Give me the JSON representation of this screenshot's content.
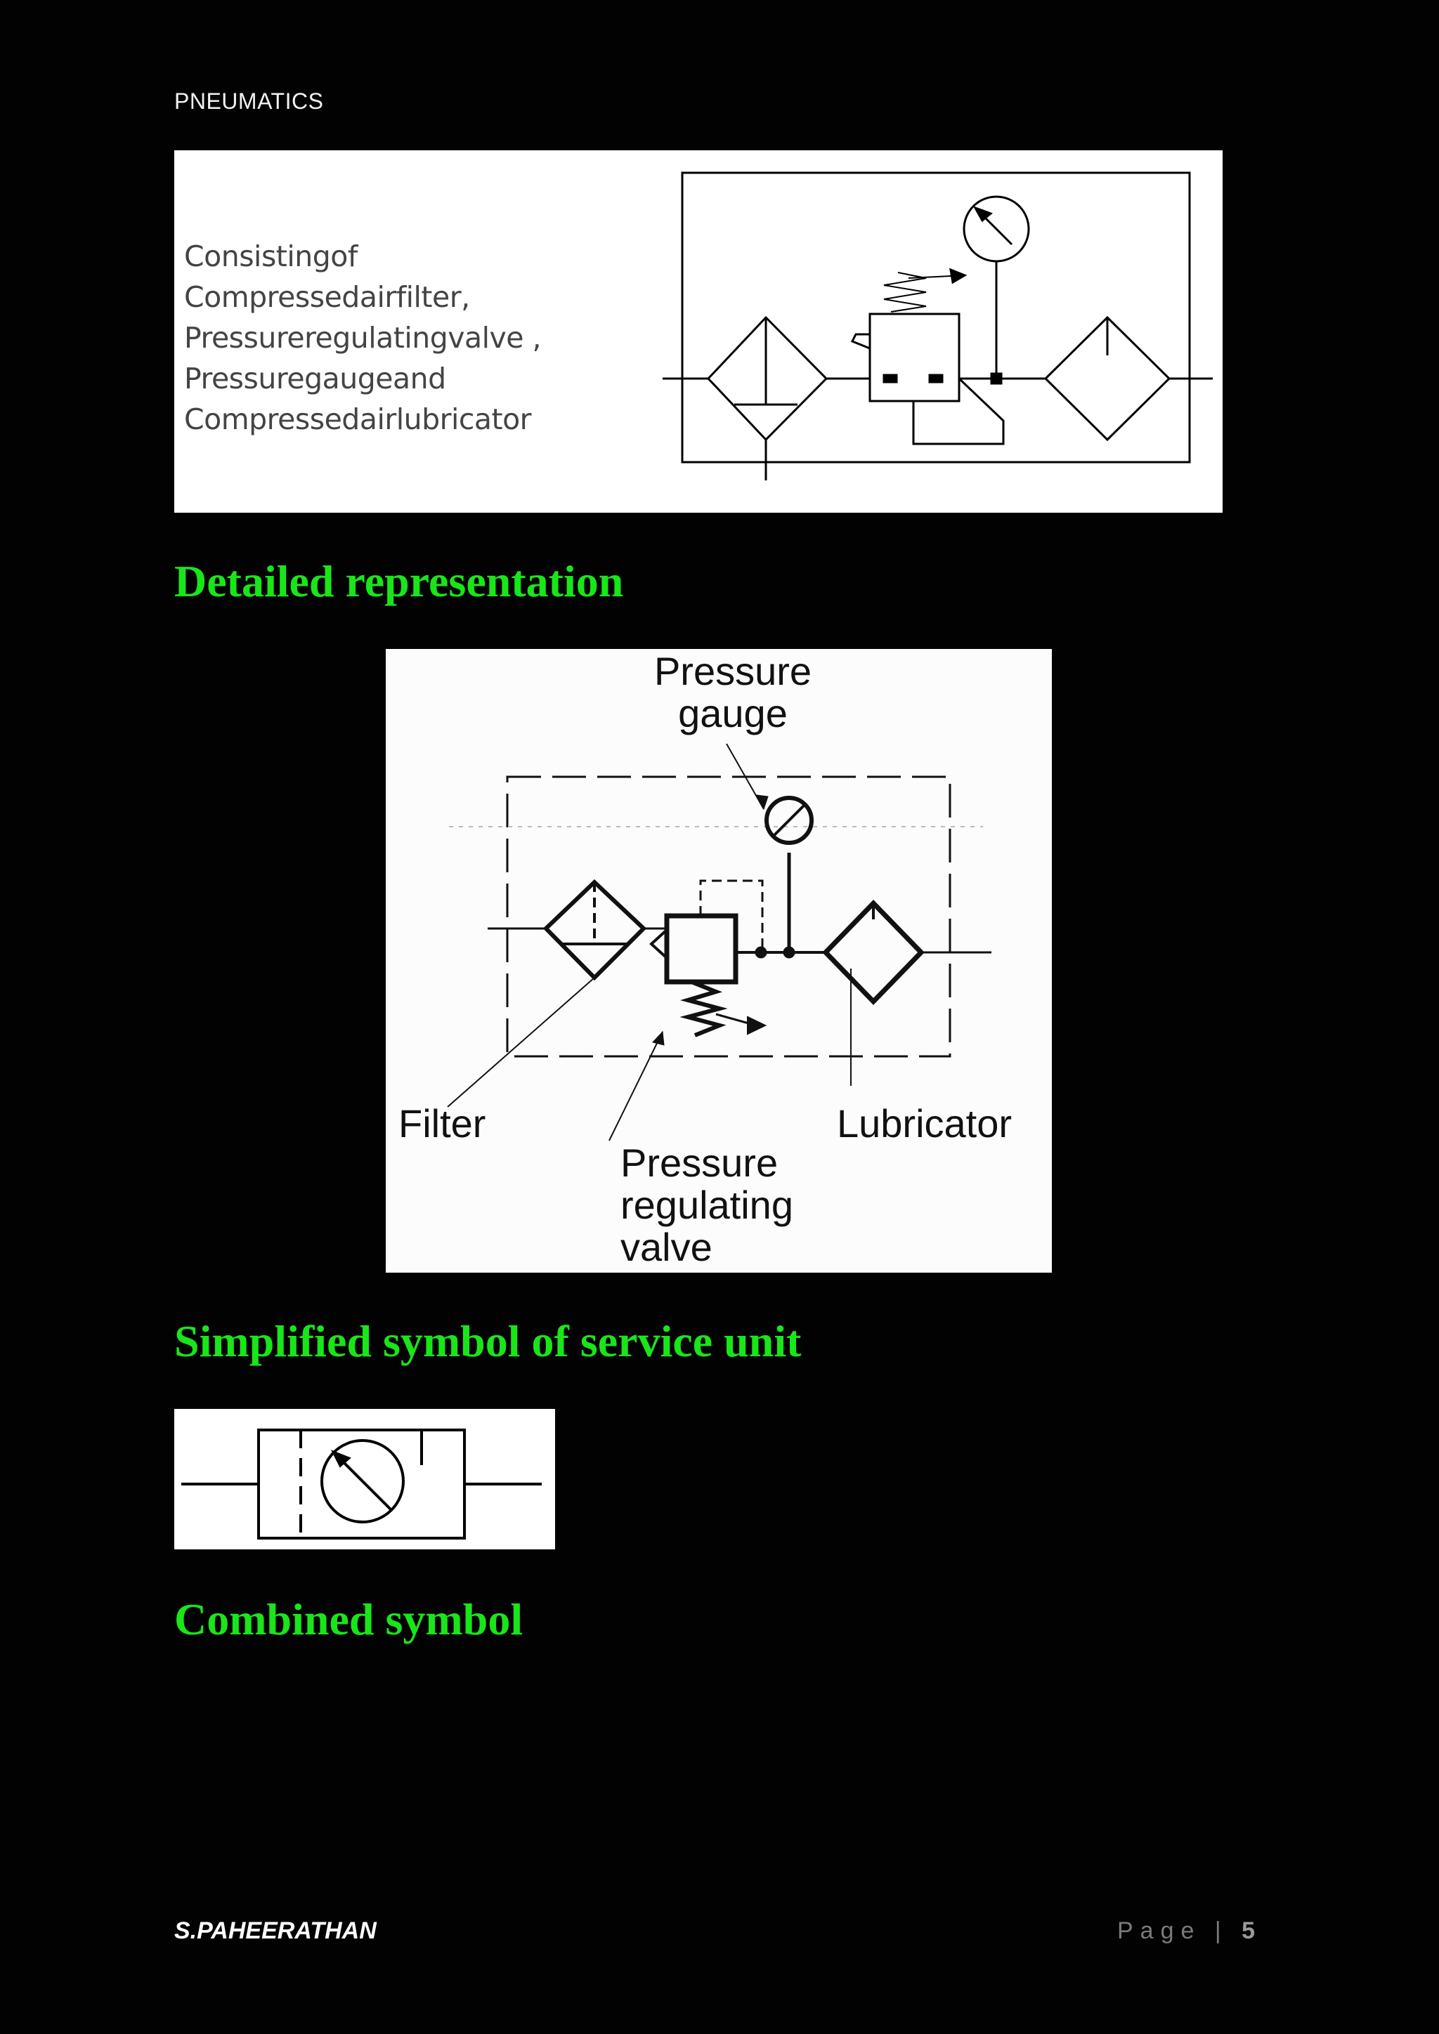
{
  "header": {
    "title": "PNEUMATICS"
  },
  "figure1": {
    "lines": [
      "Consistingof",
      "Compressedairfilter,",
      "Pressureregulatingvalve ,",
      "Pressuregaugeand",
      "Compressedairlubricator"
    ]
  },
  "section_detailed": {
    "title": "Detailed representation"
  },
  "figure2": {
    "label_gauge": "Pressure\ngauge",
    "label_filter": "Filter",
    "label_lubricator": "Lubricator",
    "label_valve": "Pressure\nregulating\nvalve"
  },
  "section_simplified": {
    "title": "Simplified symbol of service unit"
  },
  "section_combined": {
    "title": "Combined symbol"
  },
  "footer": {
    "author": "S.PAHEERATHAN",
    "page_label": "Page |",
    "page_number": "5"
  }
}
